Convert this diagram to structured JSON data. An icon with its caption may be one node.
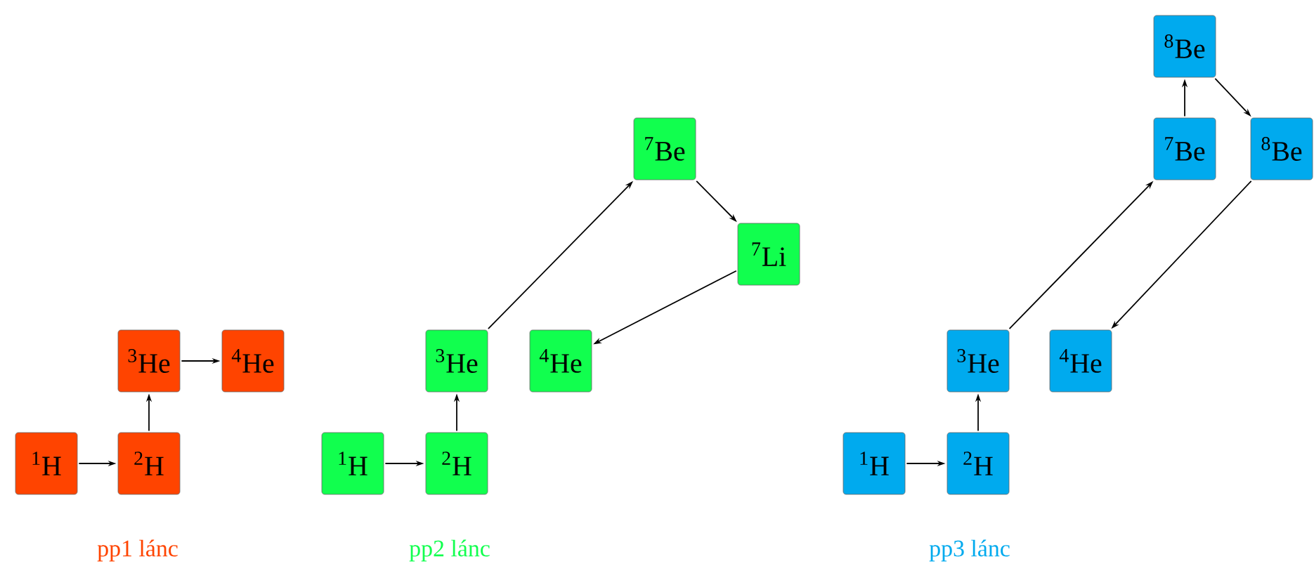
{
  "diagram": {
    "nodes": [
      {
        "text": [
          "$^{1}$H"
        ]
      },
      {
        "text": [
          "$^{2}$H"
        ]
      },
      {
        "text": [
          "$^{3}$He"
        ]
      },
      {
        "text": [
          "$^{4}$He"
        ]
      },
      {
        "text": [
          "$^{1}$H"
        ]
      },
      {
        "text": [
          "$^{2}$H"
        ]
      },
      {
        "text": [
          "$^{3}$He"
        ]
      },
      {
        "text": [
          "$^{4}$He"
        ]
      },
      {
        "text": [
          "$^{7}$Be"
        ]
      },
      {
        "text": [
          "$^{7}$Li"
        ]
      },
      {
        "text": [
          "$^{1}$H"
        ]
      },
      {
        "text": [
          "$^{2}$H"
        ]
      },
      {
        "text": [
          "$^{3}$He"
        ]
      },
      {
        "text": [
          "$^{4}$He"
        ]
      },
      {
        "text": [
          "$^{7}$Be"
        ]
      },
      {
        "text": [
          "$^{8}$Be"
        ]
      },
      {
        "text": [
          "$^{8}$Be"
        ]
      }
    ],
    "edges": [
      {
        "from": 0,
        "to": 1,
        "arrow": "to"
      },
      {
        "from": 1,
        "to": 2,
        "arrow": "to"
      },
      {
        "from": 2,
        "to": 3,
        "arrow": "to"
      },
      {
        "from": 4,
        "to": 5,
        "arrow": "to"
      },
      {
        "from": 5,
        "to": 6,
        "arrow": "to"
      },
      {
        "from": 6,
        "to": 8,
        "arrow": "to"
      },
      {
        "from": 8,
        "to": 9,
        "arrow": "to"
      },
      {
        "from": 9,
        "to": 7,
        "arrow": "to"
      },
      {
        "from": 10,
        "to": 11,
        "arrow": "to"
      },
      {
        "from": 11,
        "to": 12,
        "arrow": "to"
      },
      {
        "from": 12,
        "to": 14,
        "arrow": "to"
      },
      {
        "from": 14,
        "to": 15,
        "arrow": "to"
      },
      {
        "from": 15,
        "to": 16,
        "arrow": "to"
      },
      {
        "from": 16,
        "to": 13,
        "arrow": "to"
      }
    ],
    "legend": [
      {
        "text": "pp1 lánc",
        "color": "#ff4400"
      },
      {
        "text": "pp2 lánc",
        "color": "#11ff4e"
      },
      {
        "text": "pp3 lánc",
        "color": "#00aaee"
      }
    ]
  }
}
